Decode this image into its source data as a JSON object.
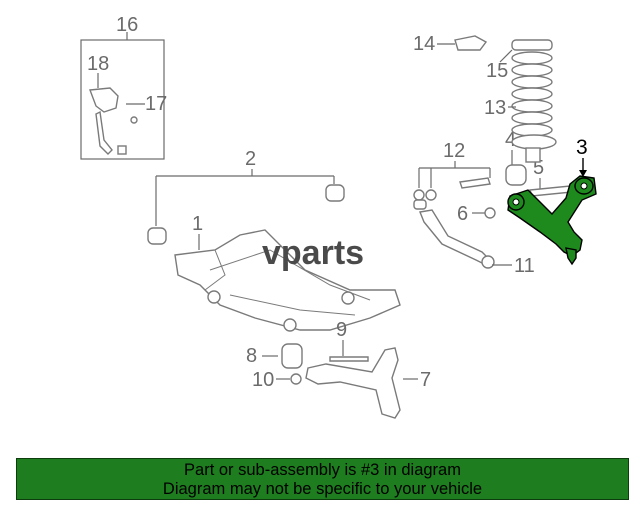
{
  "watermark": "vparts",
  "callouts": {
    "c1": "1",
    "c2": "2",
    "c3": "3",
    "c4": "4",
    "c5": "5",
    "c6": "6",
    "c7": "7",
    "c8": "8",
    "c9": "9",
    "c10": "10",
    "c11": "11",
    "c12": "12",
    "c13": "13",
    "c14": "14",
    "c15": "15",
    "c16": "16",
    "c17": "17",
    "c18": "18"
  },
  "highlight_color": "#1e8a1e",
  "footer": {
    "line1": "Part or sub-assembly is #3 in diagram",
    "line2": "Diagram may not be specific to your vehicle"
  }
}
